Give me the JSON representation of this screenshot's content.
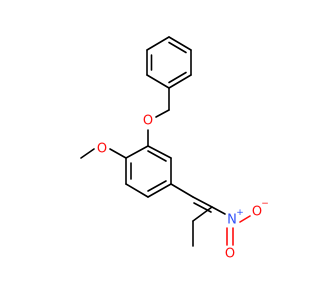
{
  "molecule": {
    "atoms": {
      "o_ether_benzyl": {
        "symbol": "O",
        "color": "#ff0d0d"
      },
      "o_methoxy": {
        "symbol": "O",
        "color": "#ff0d0d"
      },
      "n_nitro": {
        "symbol": "N",
        "color": "#3050f8",
        "charge": "+"
      },
      "o_nitro_double": {
        "symbol": "O",
        "color": "#ff0d0d"
      },
      "o_nitro_single": {
        "symbol": "O",
        "color": "#ff0d0d",
        "charge": "−"
      }
    }
  }
}
